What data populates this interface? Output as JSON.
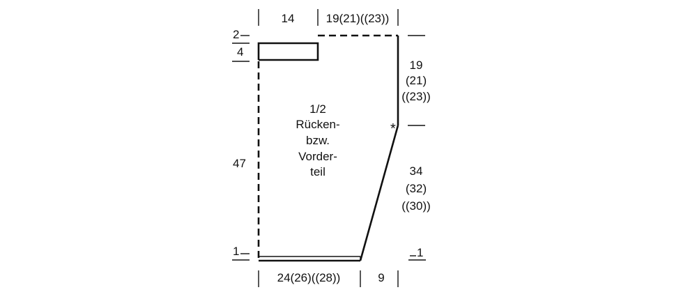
{
  "diagram": {
    "top_dims": {
      "left": "14",
      "right": "19(21)((23))"
    },
    "bottom_dims": {
      "left": "24(26)((28))",
      "right": "9"
    },
    "left_dims": {
      "top_a": "2",
      "top_b": "4",
      "middle": "47",
      "bottom": "1"
    },
    "right_dims": {
      "armhole": [
        "19",
        "(21)",
        "((23))"
      ],
      "side": [
        "34",
        "(32)",
        "((30))"
      ],
      "bottom": "1"
    },
    "marker": "*",
    "piece_label": [
      "1/2",
      "Rücken-",
      "bzw.",
      "Vorder-",
      "teil"
    ]
  }
}
